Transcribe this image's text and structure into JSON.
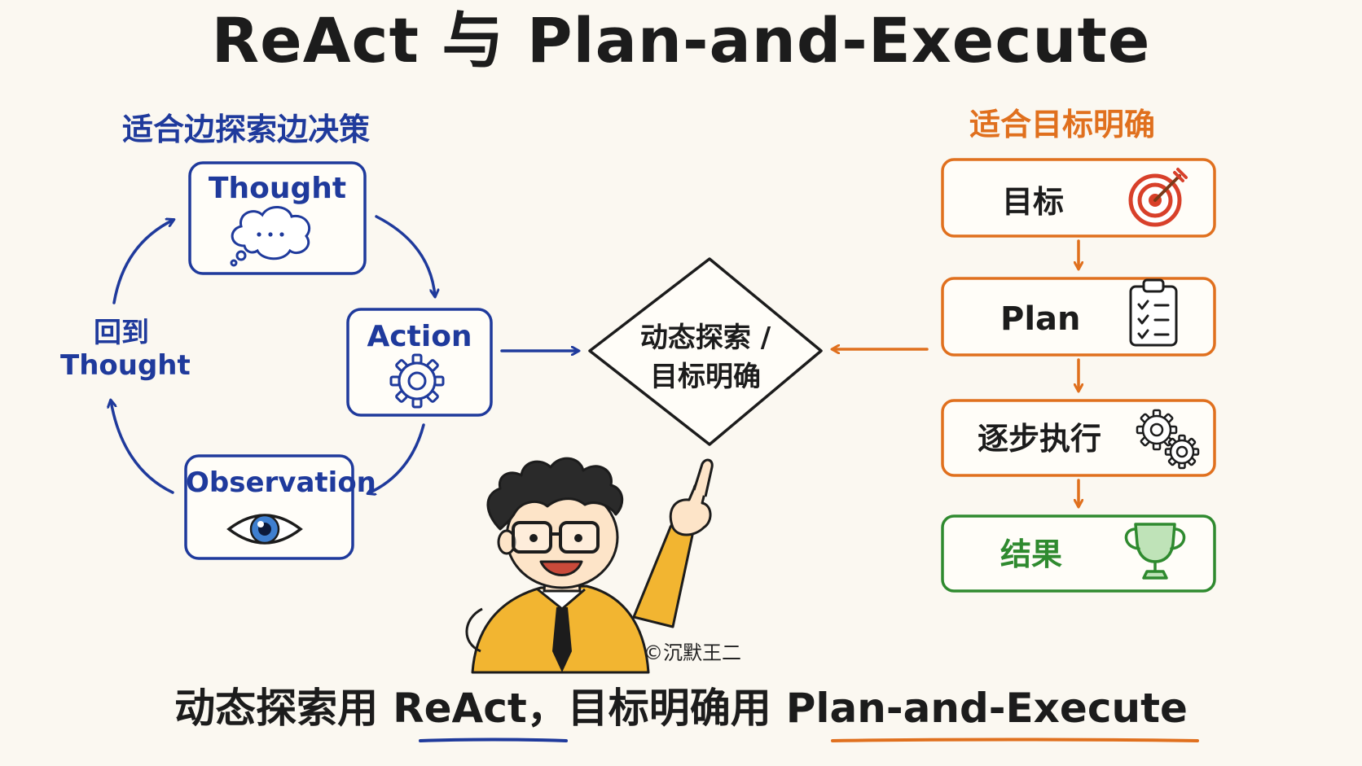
{
  "title": "ReAct 与 Plan-and-Execute",
  "react": {
    "caption": "适合边探索边决策",
    "thought_label": "Thought",
    "action_label": "Action",
    "observation_label": "Observation",
    "loop_label_line1": "回到",
    "loop_label_line2": "Thought"
  },
  "plan_execute": {
    "caption": "适合目标明确",
    "step_goal": "目标",
    "step_plan": "Plan",
    "step_execute": "逐步执行",
    "step_result": "结果"
  },
  "decision": {
    "line1": "动态探索 /",
    "line2": "目标明确"
  },
  "bottom": {
    "part1": "动态探索用",
    "react": "ReAct",
    "comma": "，",
    "part2": "目标明确用",
    "plan": "Plan-and-Execute"
  },
  "copyright": "©沉默王二",
  "colors": {
    "blue": "#1f3a9c",
    "orange": "#e0701e",
    "green": "#2f8a2f",
    "red": "#d8402a",
    "background": "#fbf8f1"
  }
}
